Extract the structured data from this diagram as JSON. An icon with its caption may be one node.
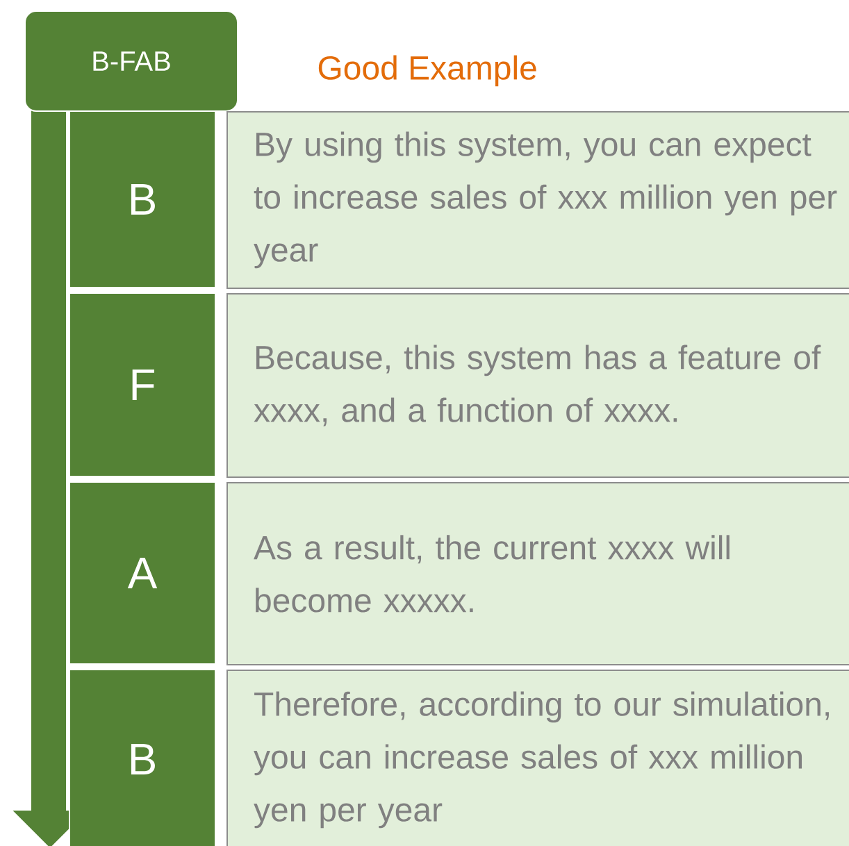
{
  "diagram": {
    "nodes": [
      {
        "text": [
          "B-FAB"
        ]
      },
      {
        "text": [
          "B"
        ]
      },
      {
        "text": [
          "F"
        ]
      },
      {
        "text": [
          "A"
        ]
      },
      {
        "text": [
          "B"
        ]
      },
      {
        "text": [
          "By using this system, you can expect to increase sales of xxx million yen per year"
        ]
      },
      {
        "text": [
          "Because, this system has a feature of xxxx, and a function of xxxx."
        ]
      },
      {
        "text": [
          "As a result, the current xxxx will become xxxxx."
        ]
      },
      {
        "text": [
          "Therefore, according to our simulation, you can increase sales of xxx million yen per year"
        ]
      }
    ],
    "edges": [],
    "labels": [
      "Good Example"
    ]
  }
}
